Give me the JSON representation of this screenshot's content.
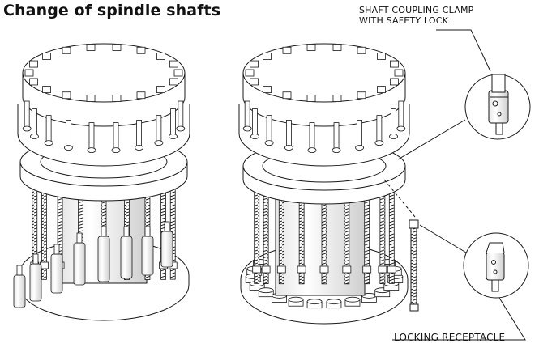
{
  "title": "Change of spindle shafts",
  "callouts": {
    "clamp_line1": "SHAFT COUPLING CLAMP",
    "clamp_line2": "WITH SAFETY LOCK",
    "receptacle": "LOCKING RECEPTACLE"
  },
  "colors": {
    "line": "#1a1a1a",
    "fill": "#ffffff",
    "shadow": "#d9d9d9"
  }
}
